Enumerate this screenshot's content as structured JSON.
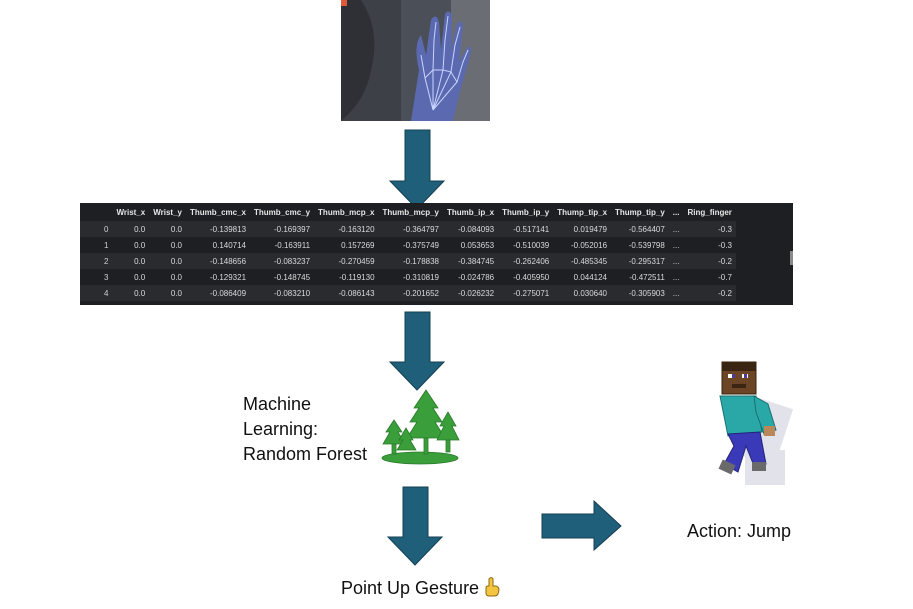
{
  "table": {
    "columns": [
      "",
      "Wrist_x",
      "Wrist_y",
      "Thumb_cmc_x",
      "Thumb_cmc_y",
      "Thumb_mcp_x",
      "Thumb_mcp_y",
      "Thumb_ip_x",
      "Thumb_ip_y",
      "Thump_tip_x",
      "Thump_tip_y",
      "...",
      "Ring_finger"
    ],
    "rows": [
      [
        "0",
        "0.0",
        "0.0",
        "-0.139813",
        "-0.169397",
        "-0.163120",
        "-0.364797",
        "-0.084093",
        "-0.517141",
        "0.019479",
        "-0.564407",
        "...",
        "-0.3"
      ],
      [
        "1",
        "0.0",
        "0.0",
        "0.140714",
        "-0.163911",
        "0.157269",
        "-0.375749",
        "0.053653",
        "-0.510039",
        "-0.052016",
        "-0.539798",
        "...",
        "-0.3"
      ],
      [
        "2",
        "0.0",
        "0.0",
        "-0.148656",
        "-0.083237",
        "-0.270459",
        "-0.178838",
        "-0.384745",
        "-0.262406",
        "-0.485345",
        "-0.295317",
        "...",
        "-0.2"
      ],
      [
        "3",
        "0.0",
        "0.0",
        "-0.129321",
        "-0.148745",
        "-0.119130",
        "-0.310819",
        "-0.024786",
        "-0.405950",
        "0.044124",
        "-0.472511",
        "...",
        "-0.7"
      ],
      [
        "4",
        "0.0",
        "0.0",
        "-0.086409",
        "-0.083210",
        "-0.086143",
        "-0.201652",
        "-0.026232",
        "-0.275071",
        "0.030640",
        "-0.305903",
        "...",
        "-0.2"
      ]
    ]
  },
  "model": {
    "line1": "Machine",
    "line2": "Learning:",
    "line3": "Random Forest",
    "icon": "forest-icon"
  },
  "gesture": {
    "label": "Point Up Gesture",
    "icon": "point-up-hand-icon"
  },
  "action": {
    "label": "Action: Jump",
    "icon": "jumping-character-icon"
  },
  "colors": {
    "arrow": "#1f5f7a",
    "arrow_stroke": "#143f52",
    "tree": "#3a9e3a",
    "table_bg": "#1e1f22"
  }
}
